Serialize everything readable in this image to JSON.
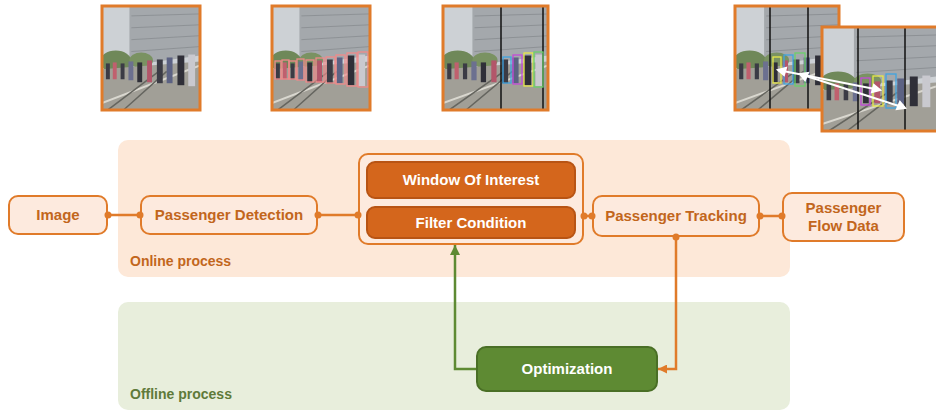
{
  "diagram": {
    "nodes": [
      {
        "text": [
          "Online process"
        ]
      },
      {
        "text": [
          "Image"
        ]
      },
      {
        "text": [
          "Passenger Detection"
        ],
        "in": 0
      },
      {
        "text": [],
        "in": 0
      },
      {
        "text": [
          "Window Of Interest"
        ],
        "in": 3
      },
      {
        "text": [
          "Filter Condition"
        ],
        "in": 3
      },
      {
        "text": [
          "Passenger Tracking"
        ],
        "in": 0
      },
      {
        "text": [
          "Passenger Flow Data"
        ]
      },
      {
        "text": [
          "Offline process"
        ]
      },
      {
        "text": [
          "Optimization"
        ],
        "in": 8
      }
    ],
    "edges": [
      {
        "from": 1,
        "to": 2,
        "arrow": "none"
      },
      {
        "from": 2,
        "to": 3,
        "arrow": "none"
      },
      {
        "from": 3,
        "to": 6,
        "arrow": "none"
      },
      {
        "from": 6,
        "to": 7,
        "arrow": "none"
      },
      {
        "from": 6,
        "to": 9,
        "arrow": "to"
      },
      {
        "from": 9,
        "to": 3,
        "arrow": "to"
      }
    ]
  }
}
